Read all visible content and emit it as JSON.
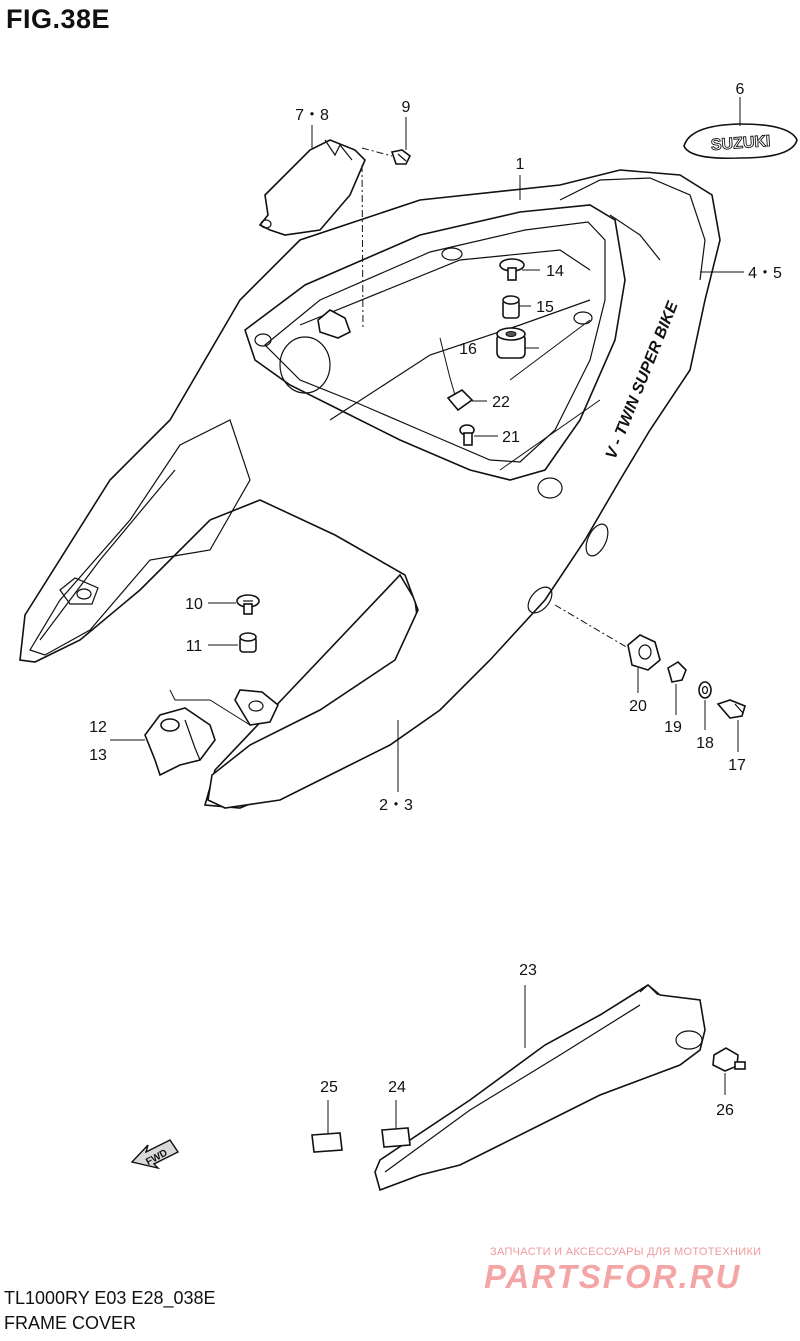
{
  "figure": {
    "title": "FIG.38E",
    "model_code": "TL1000RY E03 E28_038E",
    "caption": "FRAME COVER"
  },
  "watermark": {
    "tagline": "ЗАПЧАСТИ И АКСЕССУАРЫ ДЛЯ МОТОТЕХНИКИ",
    "site": "PARTSFOR.RU"
  },
  "emblem_text": "SUZUKI",
  "decal_text": "V - TWIN SUPER BIKE",
  "fwd_text": "FWD",
  "part_labels": {
    "p1": "1",
    "p2_3": "2・3",
    "p4_5": "4・5",
    "p6": "6",
    "p7_8": "7・8",
    "p9": "9",
    "p10": "10",
    "p11": "11",
    "p12": "12",
    "p13": "13",
    "p14": "14",
    "p15": "15",
    "p16": "16",
    "p17": "17",
    "p18": "18",
    "p19": "19",
    "p20": "20",
    "p21": "21",
    "p22": "22",
    "p23": "23",
    "p24": "24",
    "p25": "25",
    "p26": "26"
  }
}
